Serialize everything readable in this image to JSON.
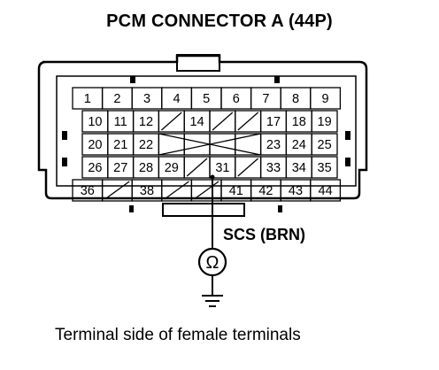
{
  "title": "PCM CONNECTOR A (44P)",
  "caption": "Terminal side of female terminals",
  "wire_label": "SCS (BRN)",
  "meter_symbol": "Ω",
  "meter_icon": "ohmmeter-icon",
  "ground_icon": "ground-icon",
  "connector": {
    "rows": [
      [
        "1",
        "2",
        "3",
        "4",
        "5",
        "6",
        "7",
        "8",
        "9"
      ],
      [
        "10",
        "11",
        "12",
        "",
        "14",
        "",
        "",
        "17",
        "18",
        "19"
      ],
      [
        "20",
        "21",
        "22",
        "",
        "",
        "",
        "",
        "23",
        "24",
        "25"
      ],
      [
        "26",
        "27",
        "28",
        "29",
        "",
        "31",
        "",
        "33",
        "34",
        "35"
      ],
      [
        "36",
        "",
        "38",
        "",
        "",
        "41",
        "42",
        "43",
        "44"
      ]
    ],
    "probe_terminal": "31"
  }
}
